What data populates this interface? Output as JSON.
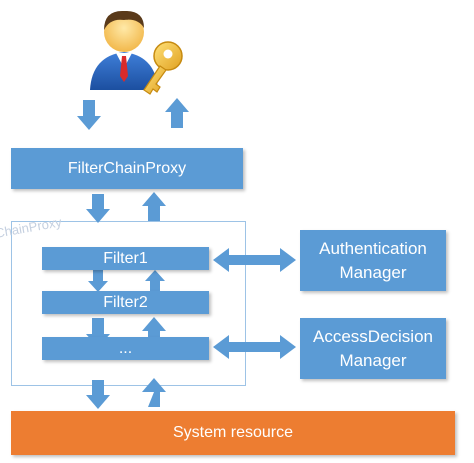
{
  "nodes": {
    "filter_chain_proxy": "FilterChainProxy",
    "filter1": "Filter1",
    "filter2": "Filter2",
    "filter_more": "...",
    "authentication_manager": [
      "Authentication",
      "Manager"
    ],
    "access_decision_manager": [
      "AccessDecision",
      "Manager"
    ],
    "system_resource": "System resource"
  },
  "watermark": "ChainProxy",
  "icons": {
    "user": "user-with-key-icon"
  },
  "colors": {
    "box": "#5b9bd5",
    "resource": "#ed7d31",
    "chain_border": "#9dc3e6"
  }
}
